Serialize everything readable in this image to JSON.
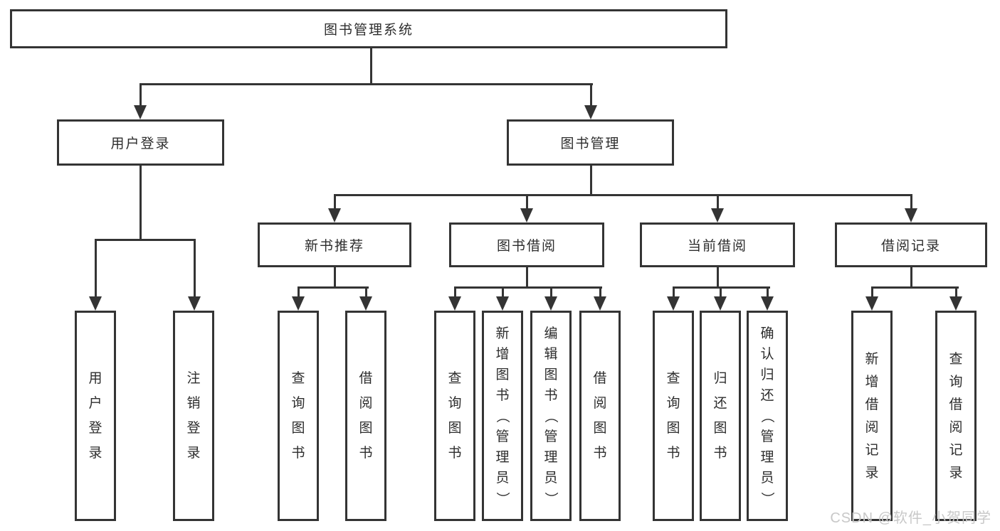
{
  "colors": {
    "line": "#343434",
    "text": "#2d2d2d",
    "watermark": "#c8c8c8",
    "background": "#ffffff"
  },
  "tree": {
    "root": {
      "label": "图书管理系统"
    },
    "branches": [
      {
        "label": "用户登录",
        "children": [
          "用户登录",
          "注销登录"
        ]
      },
      {
        "label": "图书管理",
        "groups": [
          {
            "label": "新书推荐",
            "children": [
              "查询图书",
              "借阅图书"
            ]
          },
          {
            "label": "图书借阅",
            "children": [
              "查询图书",
              "新增图书（管理员）",
              "编辑图书（管理员）",
              "借阅图书"
            ]
          },
          {
            "label": "当前借阅",
            "children": [
              "查询图书",
              "归还图书",
              "确认归还（管理员）"
            ]
          },
          {
            "label": "借阅记录",
            "children": [
              "新增借阅记录",
              "查询借阅记录"
            ]
          }
        ]
      }
    ]
  },
  "watermark": {
    "label": "CSDN @软件_小贺同学"
  }
}
